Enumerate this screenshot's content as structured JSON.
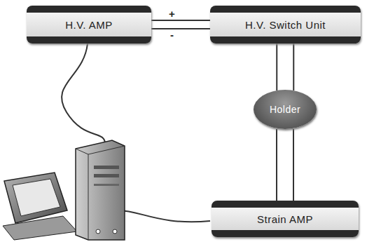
{
  "diagram": {
    "nodes": [
      {
        "text": [
          "H.V. AMP"
        ]
      },
      {
        "text": [
          "H.V. Switch Unit"
        ]
      },
      {
        "text": [
          "Holder"
        ]
      },
      {
        "text": [
          "Strain AMP"
        ]
      }
    ],
    "edges": [
      {
        "from": 0,
        "to": 1,
        "label": "+",
        "arrow": "none"
      },
      {
        "from": 0,
        "to": 1,
        "label": "-",
        "arrow": "none"
      },
      {
        "from": 1,
        "to": 2,
        "arrow": "none"
      },
      {
        "from": 1,
        "to": 2,
        "arrow": "none"
      },
      {
        "from": 2,
        "to": 3,
        "arrow": "none"
      },
      {
        "from": 2,
        "to": 3,
        "arrow": "none"
      }
    ]
  }
}
